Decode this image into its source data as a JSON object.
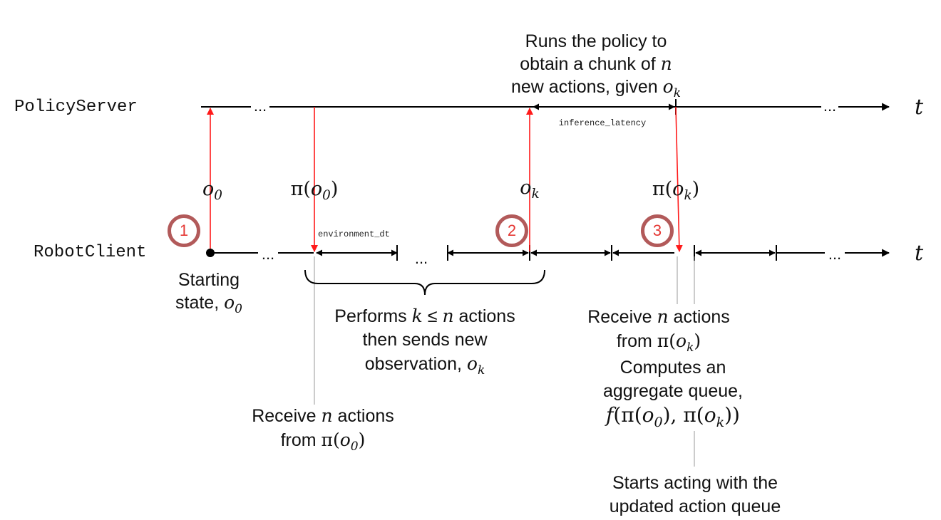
{
  "lanes": {
    "server": "PolicyServer",
    "client": "RobotClient",
    "time_symbol": "t",
    "ellipsis": "..."
  },
  "markers": [
    "1",
    "2",
    "3"
  ],
  "tiny_labels": {
    "inference_latency": "inference_latency",
    "environment_dt": "environment_dt"
  },
  "math": {
    "o": "o",
    "sub_0": "0",
    "sub_k": "k",
    "pi": "π",
    "lparen": "(",
    "rparen": ")",
    "n": "n",
    "k": "k",
    "le": "≤",
    "f": "f",
    "comma": ","
  },
  "notes": {
    "server_runs_1": "Runs the policy to",
    "server_runs_2": "obtain a chunk of ",
    "server_runs_3": "new actions, given ",
    "starting_1": "Starting",
    "starting_2": "state, ",
    "performs_1": "Performs ",
    "performs_1b": " actions",
    "performs_2": "then sends new",
    "performs_3": "observation, ",
    "receive_a": "Receive ",
    "receive_b": " actions",
    "from": "from ",
    "computes_1": "Computes an",
    "computes_2": "aggregate queue,",
    "starts_1": "Starts acting with the",
    "starts_2": "updated action queue"
  }
}
